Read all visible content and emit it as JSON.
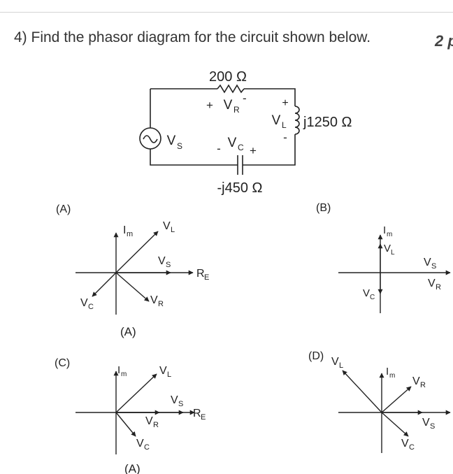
{
  "question": {
    "text": "4) Find the phasor diagram for the circuit shown below.",
    "points_fragment": "2 p"
  },
  "circuit": {
    "resistor": {
      "value": "200 Ω",
      "plus": "+",
      "minus": "-",
      "v": "V",
      "sub": "R"
    },
    "inductor": {
      "value": "j1250 Ω",
      "plus": "+",
      "minus": "-",
      "v": "V",
      "sub": "L"
    },
    "capacitor": {
      "value": "-j450 Ω",
      "plus": "+",
      "minus": "-",
      "v": "V",
      "sub": "C"
    },
    "source": {
      "v": "V",
      "sub": "S"
    }
  },
  "labels": {
    "A": "(A)",
    "B": "(B)",
    "C": "(C)",
    "D": "(D)",
    "a_caption": "(A)",
    "c_caption": "(A)"
  },
  "diagram_a": {
    "im": {
      "v": "I",
      "sub": "m"
    },
    "vl": {
      "v": "V",
      "sub": "L"
    },
    "vs": {
      "v": "V",
      "sub": "S"
    },
    "re": {
      "v": "R",
      "sub": "E"
    },
    "vc": {
      "v": "V",
      "sub": "C"
    },
    "vr": {
      "v": "V",
      "sub": "R"
    }
  },
  "diagram_b": {
    "im": {
      "v": "I",
      "sub": "m"
    },
    "vl": {
      "v": "V",
      "sub": "L"
    },
    "vs": {
      "v": "V",
      "sub": "S"
    },
    "vr": {
      "v": "V",
      "sub": "R"
    },
    "vc": {
      "v": "V",
      "sub": "C"
    }
  },
  "diagram_c": {
    "im": {
      "v": "I",
      "sub": "m"
    },
    "vl": {
      "v": "V",
      "sub": "L"
    },
    "vs": {
      "v": "V",
      "sub": "S"
    },
    "re": {
      "v": "R",
      "sub": "E"
    },
    "vr": {
      "v": "V",
      "sub": "R"
    },
    "vc": {
      "v": "V",
      "sub": "C"
    }
  },
  "diagram_d": {
    "vl": {
      "v": "V",
      "sub": "L"
    },
    "im": {
      "v": "I",
      "sub": "m"
    },
    "vr": {
      "v": "V",
      "sub": "R"
    },
    "vs": {
      "v": "V",
      "sub": "S"
    },
    "vc": {
      "v": "V",
      "sub": "C"
    }
  }
}
